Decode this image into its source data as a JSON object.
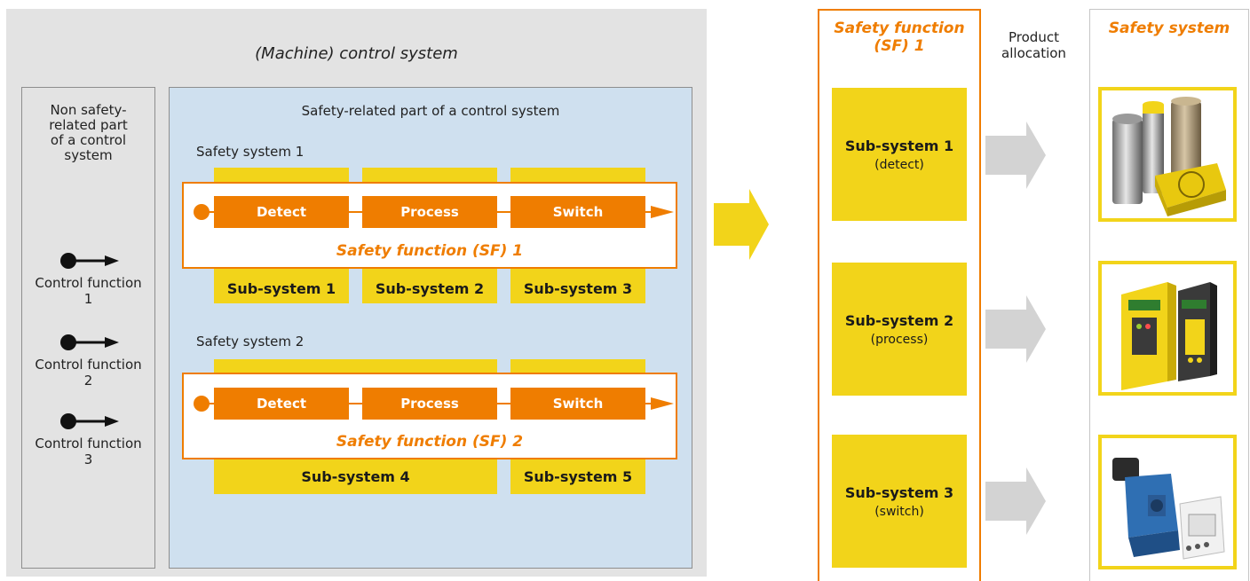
{
  "machine": {
    "title": "(Machine) control system",
    "non_safety": {
      "title_lines": [
        "Non safety-",
        "related part",
        "of a control",
        "system"
      ],
      "control_functions": [
        {
          "line1": "Control function",
          "line2": "1"
        },
        {
          "line1": "Control function",
          "line2": "2"
        },
        {
          "line1": "Control function",
          "line2": "3"
        }
      ]
    },
    "safety_part": {
      "title": "Safety-related part of a control system",
      "systems": [
        {
          "label": "Safety system 1",
          "steps": [
            "Detect",
            "Process",
            "Switch"
          ],
          "function_label": "Safety function (SF) 1",
          "subsystems": [
            "Sub-system 1",
            "Sub-system 2",
            "Sub-system 3"
          ]
        },
        {
          "label": "Safety system 2",
          "steps": [
            "Detect",
            "Process",
            "Switch"
          ],
          "function_label": "Safety function (SF) 2",
          "subsystems": [
            "Sub-system 4",
            "Sub-system 5"
          ]
        }
      ]
    }
  },
  "safety_function_column": {
    "title_lines": [
      "Safety function",
      "(SF) 1"
    ],
    "subsystems": [
      {
        "name": "Sub-system 1",
        "role": "(detect)"
      },
      {
        "name": "Sub-system 2",
        "role": "(process)"
      },
      {
        "name": "Sub-system 3",
        "role": "(switch)"
      }
    ]
  },
  "product_allocation": {
    "title_lines": [
      "Product",
      "allocation"
    ]
  },
  "safety_system_column": {
    "title": "Safety system",
    "products": [
      {
        "icon": "sensors-icon"
      },
      {
        "icon": "safety-relay-icon"
      },
      {
        "icon": "valve-contactor-icon"
      }
    ]
  },
  "colors": {
    "orange": "#ef7d00",
    "yellow": "#f2d41a",
    "panel_grey": "#e3e3e3",
    "light_blue": "#cfe0ef",
    "arrow_grey": "#d3d3d3"
  }
}
